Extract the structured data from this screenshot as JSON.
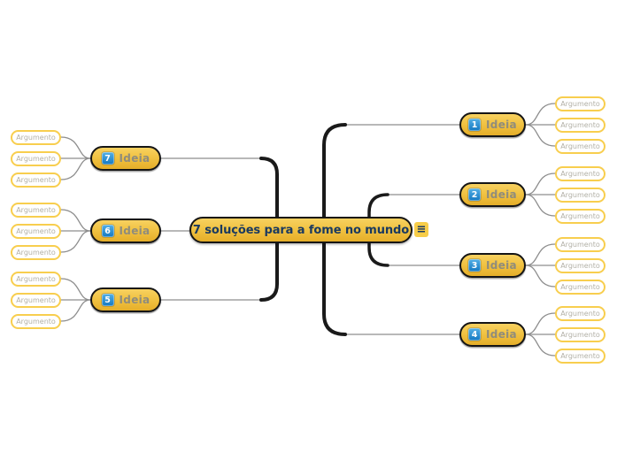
{
  "central_topic": {
    "label": "7 soluções para a fome no mundo",
    "menu_icon": "hamburger-menu",
    "menu_glyph": "≡"
  },
  "ideas": [
    {
      "number": "1",
      "label": "Ideia",
      "side": "right",
      "arguments": [
        "Argumento",
        "Argumento",
        "Argumento"
      ]
    },
    {
      "number": "2",
      "label": "Ideia",
      "side": "right",
      "arguments": [
        "Argumento",
        "Argumento",
        "Argumento"
      ]
    },
    {
      "number": "3",
      "label": "Ideia",
      "side": "right",
      "arguments": [
        "Argumento",
        "Argumento",
        "Argumento"
      ]
    },
    {
      "number": "4",
      "label": "Ideia",
      "side": "right",
      "arguments": [
        "Argumento",
        "Argumento",
        "Argumento"
      ]
    },
    {
      "number": "5",
      "label": "Ideia",
      "side": "left",
      "arguments": [
        "Argumento",
        "Argumento",
        "Argumento"
      ]
    },
    {
      "number": "6",
      "label": "Ideia",
      "side": "left",
      "arguments": [
        "Argumento",
        "Argumento",
        "Argumento"
      ]
    },
    {
      "number": "7",
      "label": "Ideia",
      "side": "left",
      "arguments": [
        "Argumento",
        "Argumento",
        "Argumento"
      ]
    }
  ],
  "colors": {
    "background": "#ffffff",
    "node_fill_top": "#f7d160",
    "node_fill_mid": "#f1c343",
    "node_fill_bottom": "#e5ae29",
    "node_border": "#151515",
    "idea_label_text": "#8f8c7c",
    "central_text": "#1b3a60",
    "badge_top": "#55b0e6",
    "badge_bottom": "#1478c0",
    "badge_text": "#ffffff",
    "argument_border": "#f8ce4e",
    "argument_fill": "#ffffff",
    "argument_text": "#b2b0a6",
    "connector_thick": "#1a1a1a",
    "connector_thin": "#8d8d8d",
    "menu_bg": "#f7cd49"
  }
}
